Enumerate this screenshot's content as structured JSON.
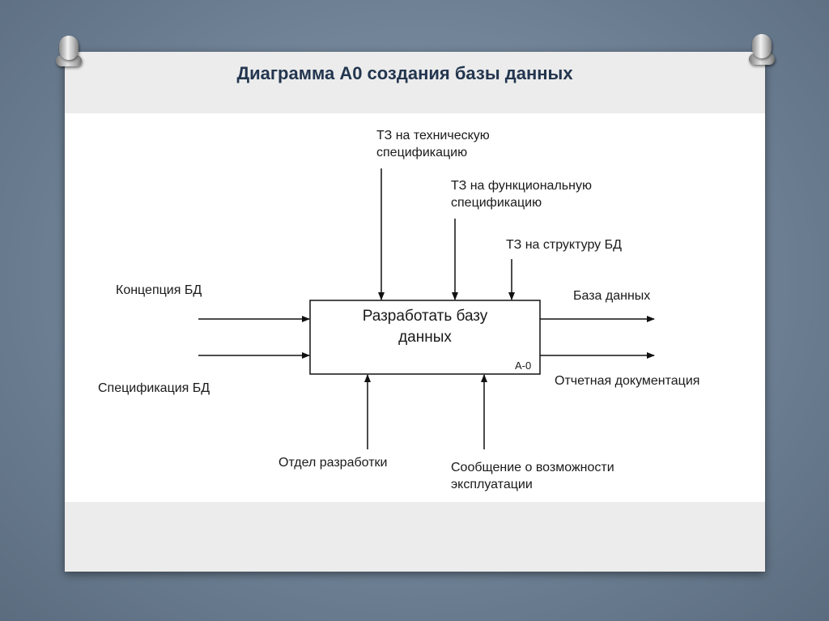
{
  "title": "Диаграмма А0 создания базы данных",
  "diagram": {
    "box": {
      "label_line1": "Разработать базу",
      "label_line2": "данных",
      "code": "А-0"
    },
    "controls": [
      {
        "line1": "ТЗ на техническую",
        "line2": "спецификацию"
      },
      {
        "line1": "ТЗ на функциональную",
        "line2": "спецификацию"
      },
      {
        "line1": "ТЗ на структуру  БД"
      }
    ],
    "inputs": [
      {
        "label": "Концепция БД"
      },
      {
        "label": "Спецификация  БД"
      }
    ],
    "outputs": [
      {
        "label": "База данных"
      },
      {
        "label": "Отчетная документация"
      }
    ],
    "mechanisms": [
      {
        "line1": "Отдел разработки"
      },
      {
        "line1": "Сообщение о возможности",
        "line2": "эксплуатации"
      }
    ]
  }
}
